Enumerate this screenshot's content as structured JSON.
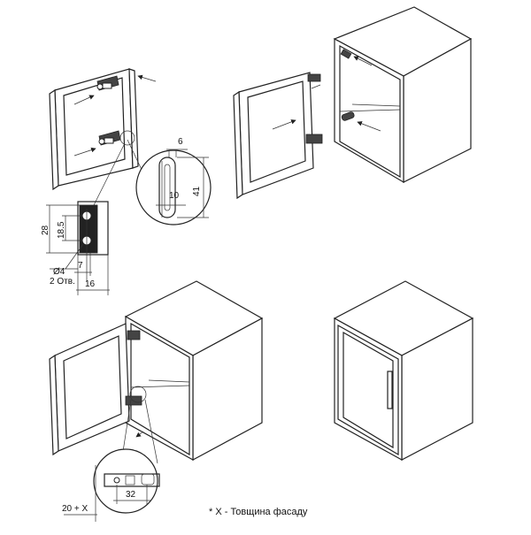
{
  "figure": {
    "step1": {
      "dims": {
        "slot_width": "6",
        "slot_length": "41",
        "slot_offset": "10",
        "hole_spacing": "28",
        "hole_half": "18.5",
        "hole_dia": "Ø4",
        "holes_count": "2 Отв.",
        "edge_offset": "7",
        "edge_depth": "16"
      }
    },
    "step3": {
      "dims": {
        "plate_offset": "32",
        "overlay": "20 + X"
      }
    },
    "footnote": "* X - Товщина фасаду"
  }
}
